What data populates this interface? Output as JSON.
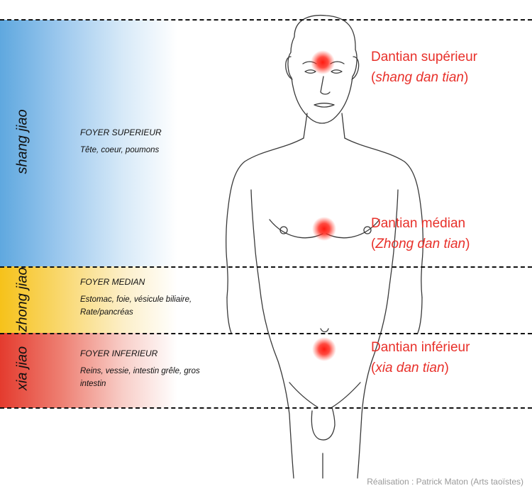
{
  "bands": [
    {
      "label": "shang jiao",
      "title": "FOYER SUPERIEUR",
      "desc": "Tête, coeur, poumons",
      "color": "#5fa8df"
    },
    {
      "label": "zhong jiao",
      "title": "FOYER MEDIAN",
      "desc": "Estomac, foie, vésicule biliaire, Rate/pancréas",
      "color": "#f6c21a"
    },
    {
      "label": "xia jiao",
      "title": "FOYER INFERIEUR",
      "desc": "Reins, vessie, intestin grêle, gros intestin",
      "color": "#e43b2e"
    }
  ],
  "dantians": [
    {
      "name": "Dantian supérieur",
      "pinyin": "shang dan tian"
    },
    {
      "name": "Dantian médian",
      "pinyin": "Zhong dan tian"
    },
    {
      "name": "Dantian inférieur",
      "pinyin": "xia dan tian"
    }
  ],
  "paren_open": "(",
  "paren_close": ")",
  "credit": "Réalisation : Patrick Maton (Arts taoïstes)",
  "colors": {
    "dot": "#e8302a",
    "text_red": "#e8302a"
  }
}
